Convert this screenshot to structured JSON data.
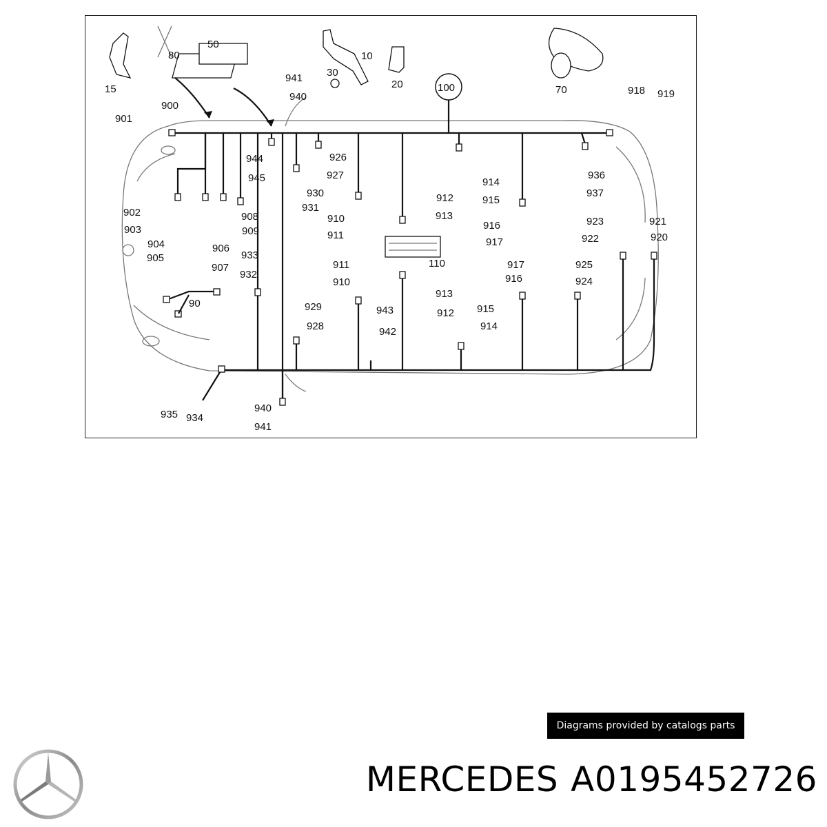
{
  "diagram": {
    "labels": [
      "15",
      "80",
      "50",
      "30",
      "10",
      "20",
      "70",
      "100",
      "918",
      "919",
      "901",
      "900",
      "941",
      "940",
      "944",
      "945",
      "926",
      "927",
      "930",
      "931",
      "914",
      "915",
      "936",
      "937",
      "902",
      "903",
      "904",
      "905",
      "906",
      "907",
      "908",
      "909",
      "910",
      "911",
      "912",
      "913",
      "916",
      "917",
      "923",
      "922",
      "921",
      "920",
      "933",
      "932",
      "911",
      "910",
      "110",
      "917",
      "916",
      "925",
      "924",
      "90",
      "929",
      "928",
      "943",
      "942",
      "913",
      "912",
      "915",
      "914",
      "935",
      "934",
      "940",
      "941"
    ]
  },
  "credit": "Diagrams provided by catalogs parts",
  "brand": "MERCEDES",
  "part_number": "A0195452726",
  "colors": {
    "badge_bg": "#000000",
    "badge_text": "#ffffff",
    "line": "#111111"
  },
  "logo_icon": "mercedes-star-icon"
}
